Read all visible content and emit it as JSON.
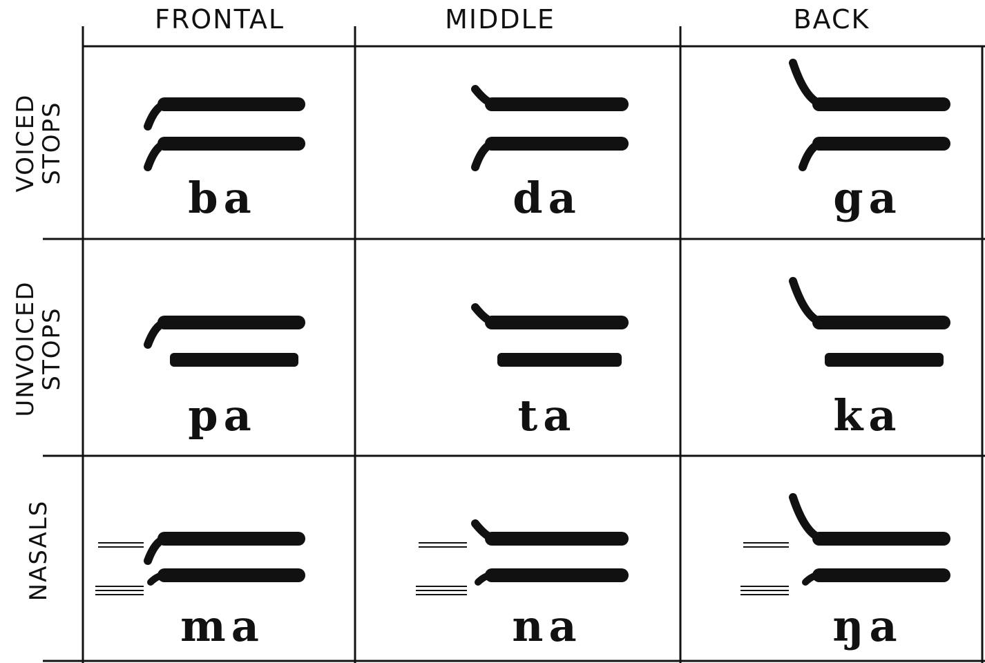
{
  "columns": [
    {
      "key": "frontal",
      "label": "FRONTAL"
    },
    {
      "key": "middle",
      "label": "MIDDLE"
    },
    {
      "key": "back",
      "label": "BACK"
    }
  ],
  "rows": [
    {
      "key": "voiced",
      "label_lines": [
        "VOICED",
        "STOPS"
      ]
    },
    {
      "key": "unvoiced",
      "label_lines": [
        "UNVOICED",
        "STOPS"
      ]
    },
    {
      "key": "nasals",
      "label_lines": [
        "NASALS"
      ]
    }
  ],
  "cells": [
    [
      {
        "syllable": "ba",
        "f2": "rise",
        "f3": "rise",
        "nasal": false
      },
      {
        "syllable": "da",
        "f2": "fall",
        "f3": "rise",
        "nasal": false
      },
      {
        "syllable": "ga",
        "f2": "steep-fall",
        "f3": "rise",
        "nasal": false
      }
    ],
    [
      {
        "syllable": "pa",
        "f2": "rise",
        "f3": "flat",
        "nasal": false
      },
      {
        "syllable": "ta",
        "f2": "fall",
        "f3": "flat",
        "nasal": false
      },
      {
        "syllable": "ka",
        "f2": "steep-fall",
        "f3": "flat",
        "nasal": false
      }
    ],
    [
      {
        "syllable": "ma",
        "f2": "rise",
        "f3": "rise",
        "nasal": true
      },
      {
        "syllable": "na",
        "f2": "fall",
        "f3": "rise",
        "nasal": true
      },
      {
        "syllable": "ŋa",
        "f2": "steep-fall",
        "f3": "rise",
        "nasal": true
      }
    ]
  ],
  "colors": {
    "ink": "#111111",
    "background": "#ffffff"
  }
}
